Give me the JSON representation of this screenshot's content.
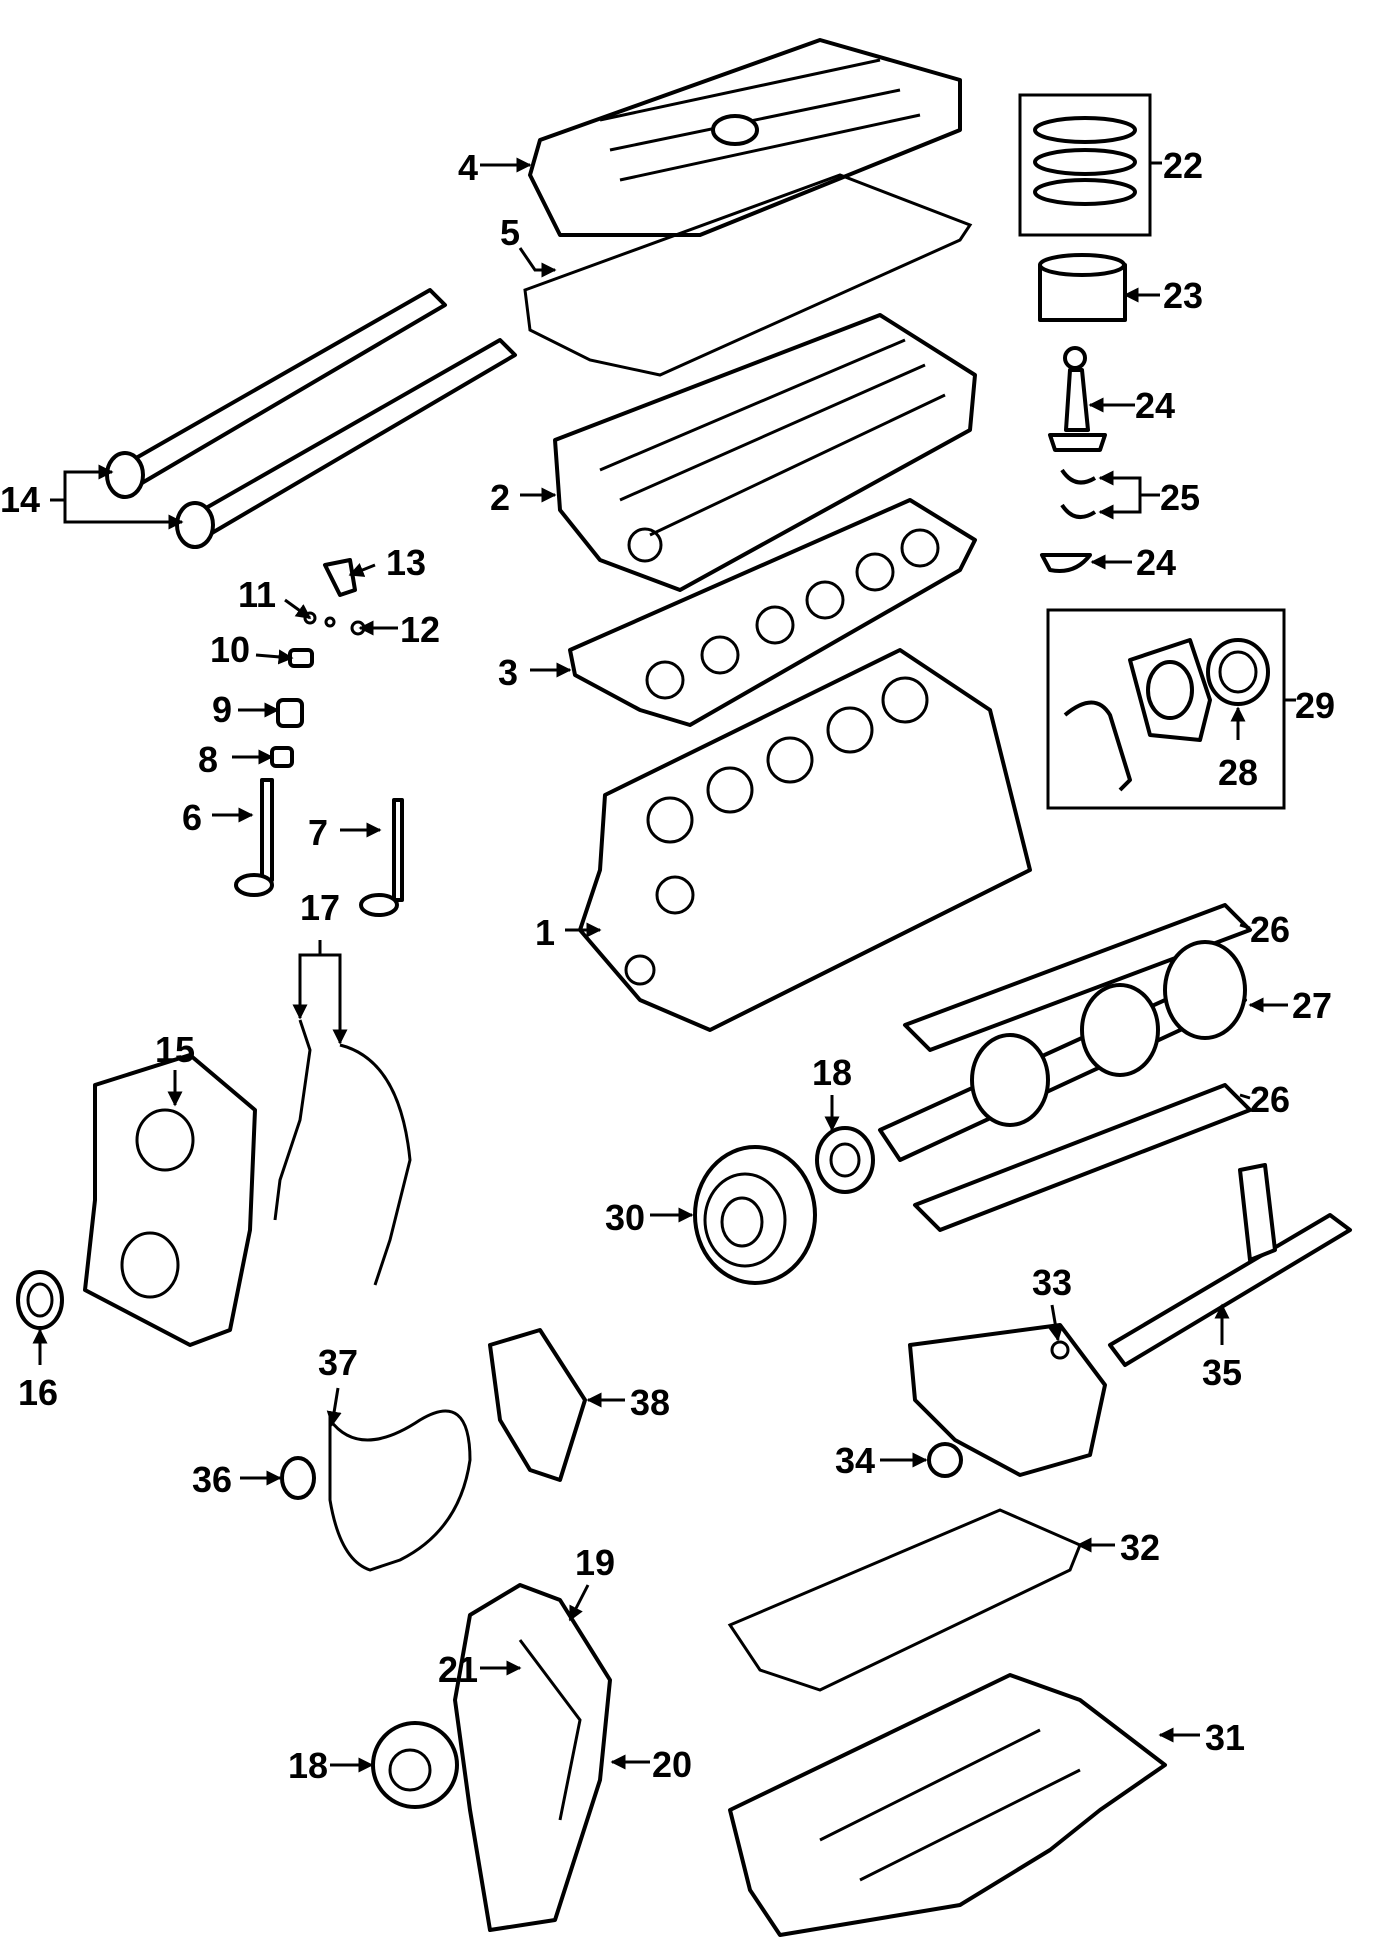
{
  "diagram": {
    "callouts": {
      "c1": "1",
      "c2": "2",
      "c3": "3",
      "c4": "4",
      "c5": "5",
      "c6": "6",
      "c7": "7",
      "c8": "8",
      "c9": "9",
      "c10": "10",
      "c11": "11",
      "c12": "12",
      "c13": "13",
      "c14": "14",
      "c15": "15",
      "c16": "16",
      "c17": "17",
      "c18a": "18",
      "c18b": "18",
      "c19": "19",
      "c20": "20",
      "c21": "21",
      "c22": "22",
      "c23": "23",
      "c24a": "24",
      "c24b": "24",
      "c25": "25",
      "c26a": "26",
      "c26b": "26",
      "c27": "27",
      "c28": "28",
      "c29": "29",
      "c30": "30",
      "c31": "31",
      "c32": "32",
      "c33": "33",
      "c34": "34",
      "c35": "35",
      "c36": "36",
      "c37": "37",
      "c38": "38"
    }
  }
}
